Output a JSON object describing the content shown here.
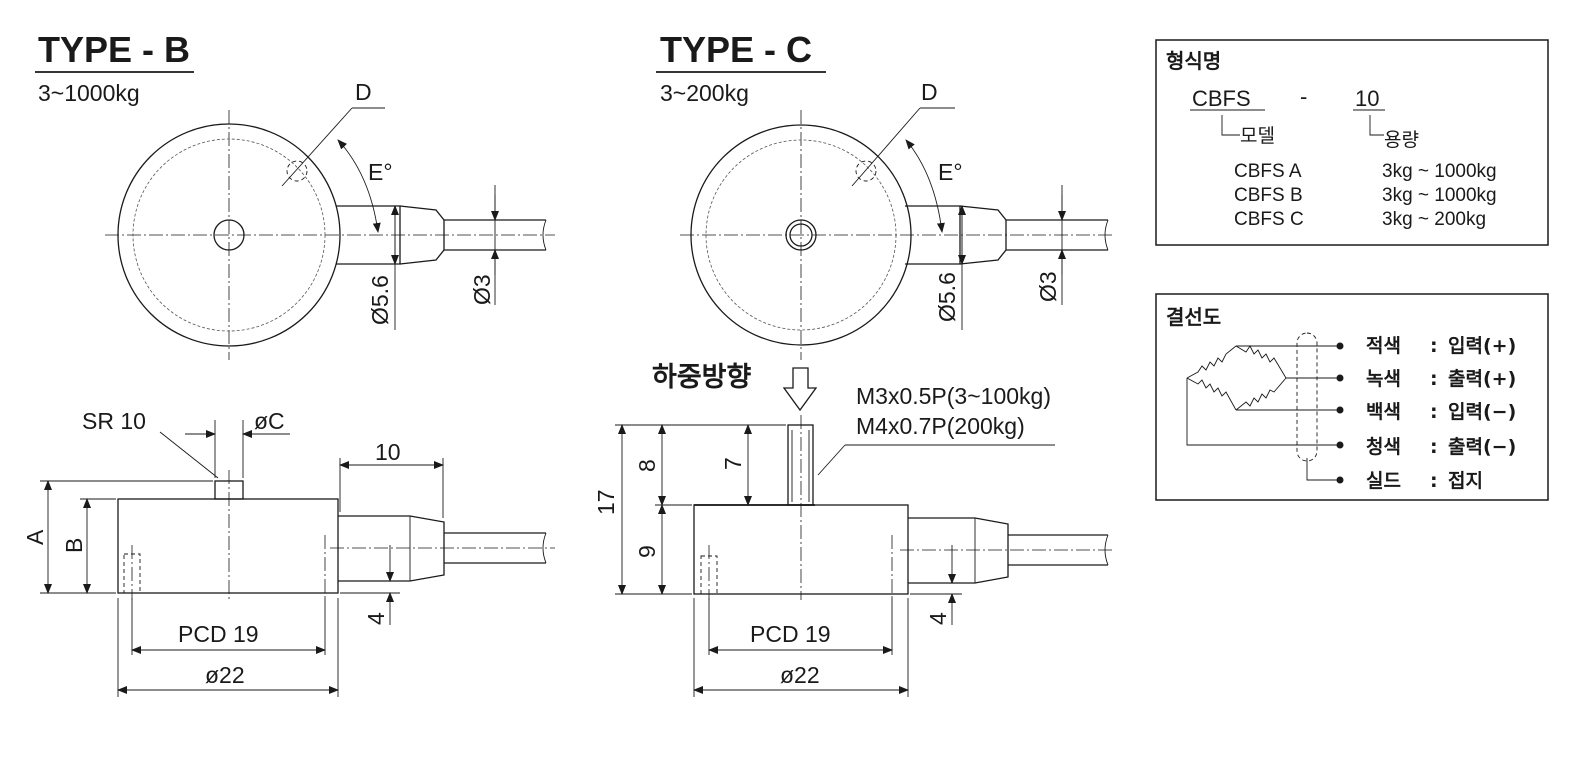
{
  "type_b": {
    "title": "TYPE - B",
    "range": "3~1000kg",
    "top_view": {
      "d_label": "D",
      "angle_label": "E°",
      "dia_56": "Ø5.6",
      "dia_3": "Ø3"
    },
    "side_view": {
      "sr_label": "SR 10",
      "dia_c": "øC",
      "dim_10": "10",
      "a_label": "A",
      "b_label": "B",
      "dim_4": "4",
      "pcd": "PCD  19",
      "dia_22": "ø22"
    }
  },
  "type_c": {
    "title": "TYPE - C",
    "range": "3~200kg",
    "top_view": {
      "d_label": "D",
      "angle_label": "E°",
      "dia_56": "Ø5.6",
      "dia_3": "Ø3"
    },
    "side_view": {
      "load_direction": "하중방향",
      "thread_1": "M3x0.5P(3~100kg)",
      "thread_2": "M4x0.7P(200kg)",
      "dim_17": "17",
      "dim_8": "8",
      "dim_7": "7",
      "dim_9": "9",
      "dim_4": "4",
      "pcd": "PCD  19",
      "dia_22": "ø22"
    }
  },
  "model_box": {
    "heading": "형식명",
    "code_model": "CBFS",
    "dash": "-",
    "code_capacity": "10",
    "model_caption": "모델",
    "capacity_caption": "용량",
    "rows": [
      {
        "model": "CBFS A",
        "range": "3kg ~ 1000kg"
      },
      {
        "model": "CBFS B",
        "range": "3kg ~ 1000kg"
      },
      {
        "model": "CBFS C",
        "range": "3kg ~ 200kg"
      }
    ]
  },
  "wiring_box": {
    "heading": "결선도",
    "rows": [
      {
        "color": "적색",
        "sep": ":",
        "func": "입력(+)"
      },
      {
        "color": "녹색",
        "sep": ":",
        "func": "출력(+)"
      },
      {
        "color": "백색",
        "sep": ":",
        "func": "입력(−)"
      },
      {
        "color": "청색",
        "sep": ":",
        "func": "출력(−)"
      },
      {
        "color": "실드",
        "sep": ":",
        "func": "접지"
      }
    ]
  }
}
